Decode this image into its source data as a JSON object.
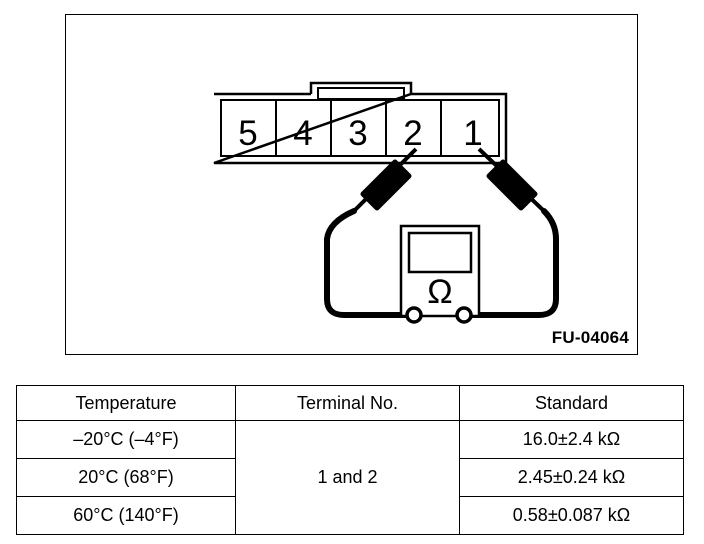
{
  "figure": {
    "code": "FU-04064",
    "connector": {
      "name": "5-pin connector",
      "terminals": [
        "5",
        "4",
        "3",
        "2",
        "1"
      ],
      "probed_terminals": [
        "2",
        "1"
      ]
    },
    "meter": {
      "name": "ohmmeter",
      "symbol": "Ω",
      "display_value": ""
    }
  },
  "table": {
    "headers": [
      "Temperature",
      "Terminal No.",
      "Standard"
    ],
    "terminal_no": "1 and 2",
    "rows": [
      {
        "temperature": "–20°C (–4°F)",
        "standard": "16.0±2.4 kΩ"
      },
      {
        "temperature": "20°C (68°F)",
        "standard": "2.45±0.24 kΩ"
      },
      {
        "temperature": "60°C (140°F)",
        "standard": "0.58±0.087 kΩ"
      }
    ]
  },
  "colors": {
    "line": "#000000",
    "background": "#ffffff"
  }
}
